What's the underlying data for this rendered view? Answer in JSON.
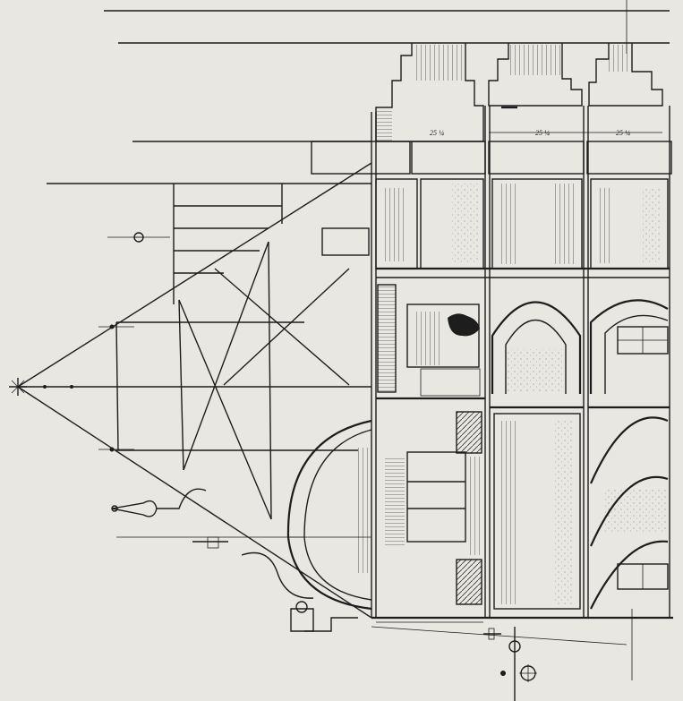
{
  "drawing": {
    "dimension_labels": [
      "25 ¼",
      "25 ¼",
      "25 ¼"
    ],
    "colors": {
      "paper": "#e9e7e1",
      "ink": "#1d1d1d"
    }
  }
}
